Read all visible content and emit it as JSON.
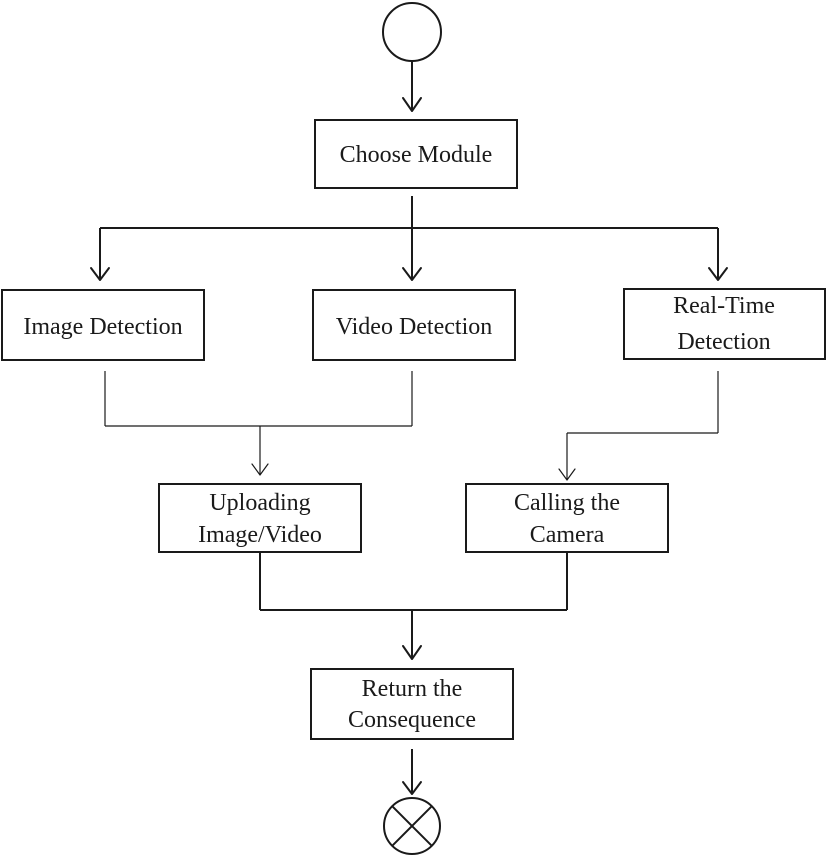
{
  "diagram": {
    "nodes": {
      "choose_module": "Choose Module",
      "image_detection": "Image Detection",
      "video_detection": "Video Detection",
      "realtime_detection": [
        "Real-Time",
        "Detection"
      ],
      "uploading": [
        "Uploading",
        "Image/Video"
      ],
      "calling_camera": [
        "Calling the",
        "Camera"
      ],
      "return_consequence": [
        "Return the",
        "Consequence"
      ]
    },
    "start_symbol": "initial-node-circle",
    "end_symbol": "final-node-crossed-circle"
  }
}
